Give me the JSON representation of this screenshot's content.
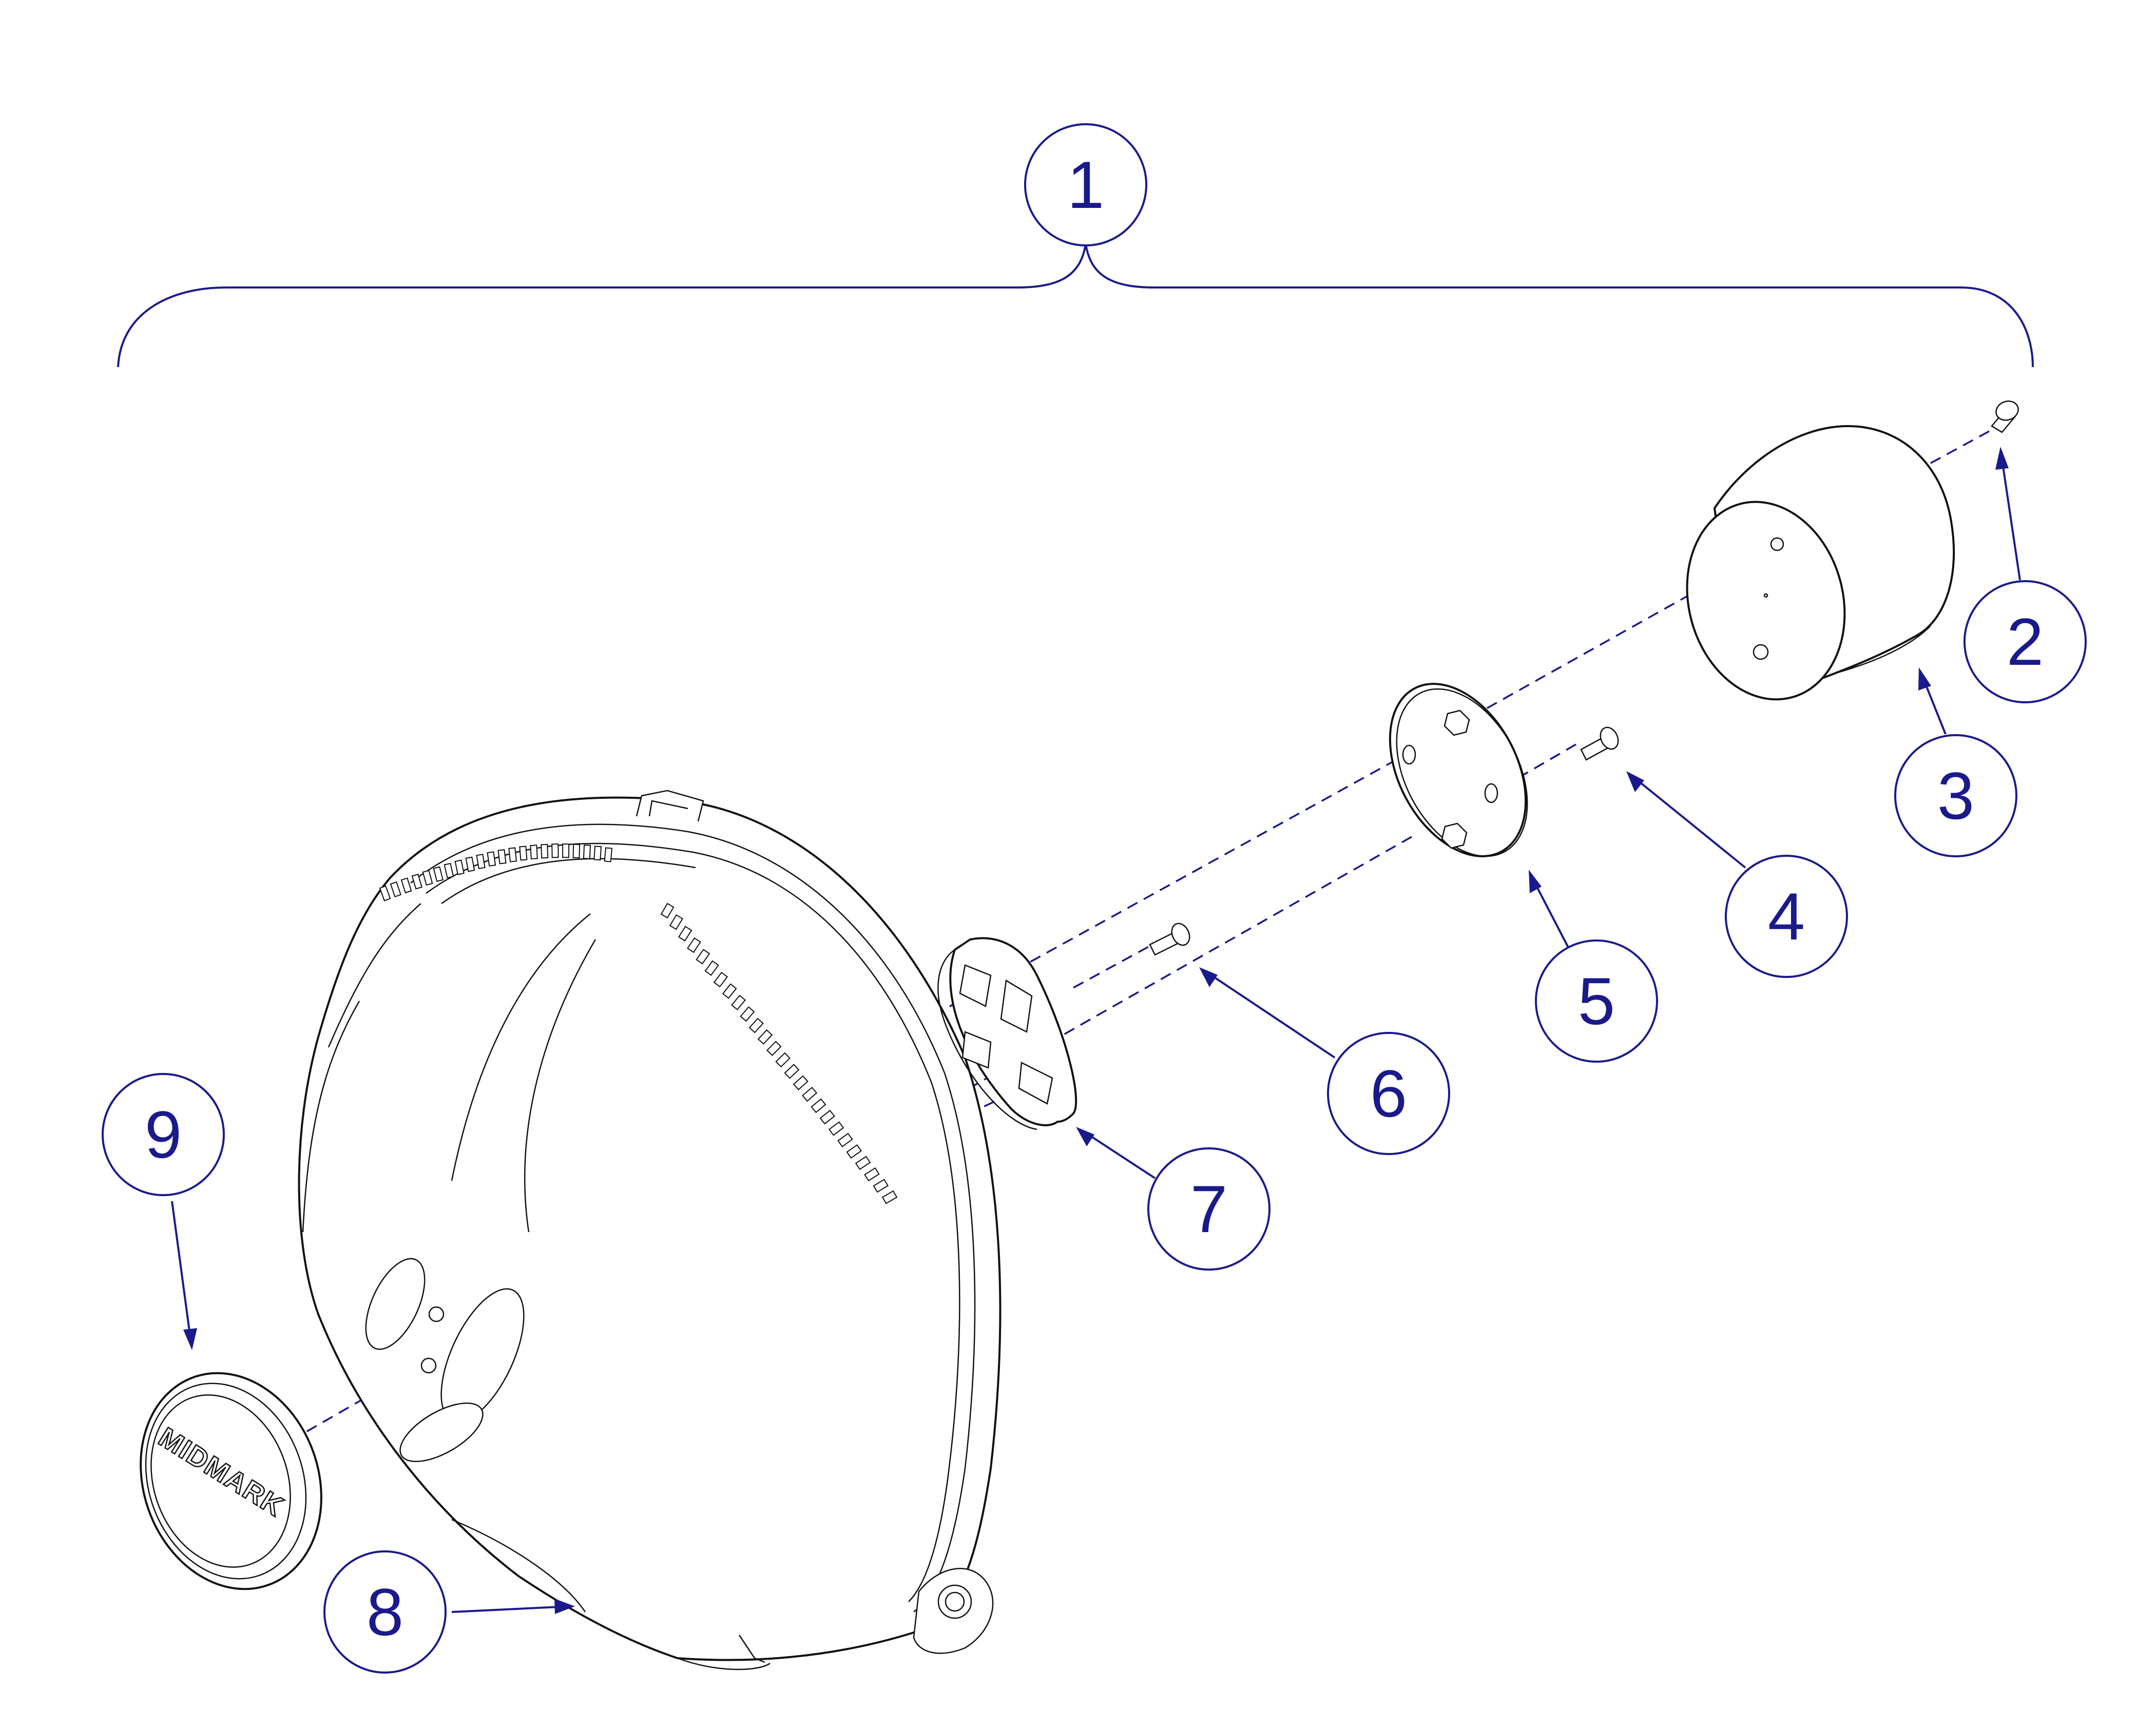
{
  "callouts": [
    {
      "label": "1"
    },
    {
      "label": "2"
    },
    {
      "label": "3"
    },
    {
      "label": "4"
    },
    {
      "label": "5"
    },
    {
      "label": "6"
    },
    {
      "label": "7"
    },
    {
      "label": "8"
    },
    {
      "label": "9"
    }
  ],
  "logo": {
    "text": "MIDMARK"
  },
  "colors": {
    "callout": "#1a1a8c",
    "line_art": "#111111",
    "background": "#ffffff"
  }
}
